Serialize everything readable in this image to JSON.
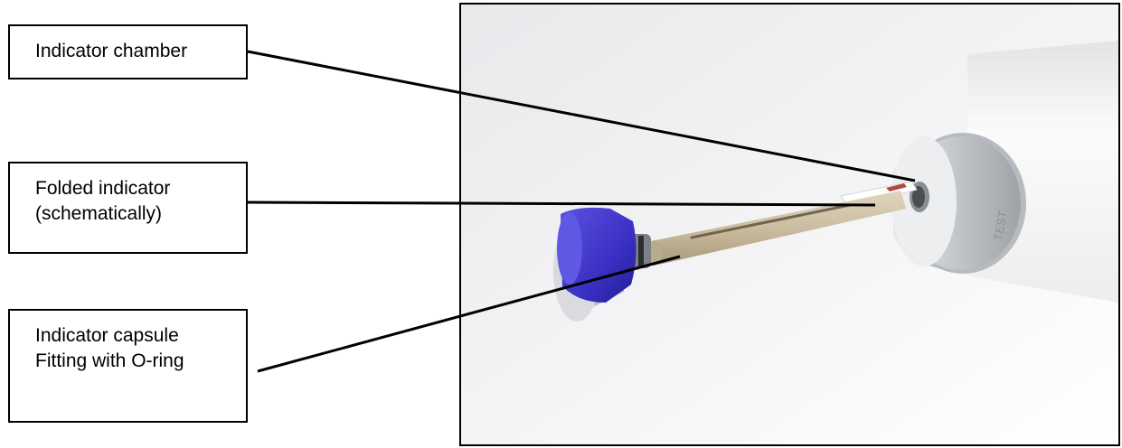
{
  "labels": {
    "chamber": {
      "line1": "Indicator chamber"
    },
    "folded": {
      "line1": "Folded indicator",
      "line2": "(schematically)"
    },
    "capsule": {
      "line1": "Indicator capsule",
      "line2": "Fitting with O-ring"
    }
  },
  "photo": {
    "cap_engraving": "TEST",
    "colors": {
      "background": "#f2f2f4",
      "tube": "#f7f7f7",
      "aluminium": "#c9ccd0",
      "blue_nut": "#3d34c9",
      "capsule_beige": "#cdbfa2",
      "line": "#000000"
    }
  }
}
